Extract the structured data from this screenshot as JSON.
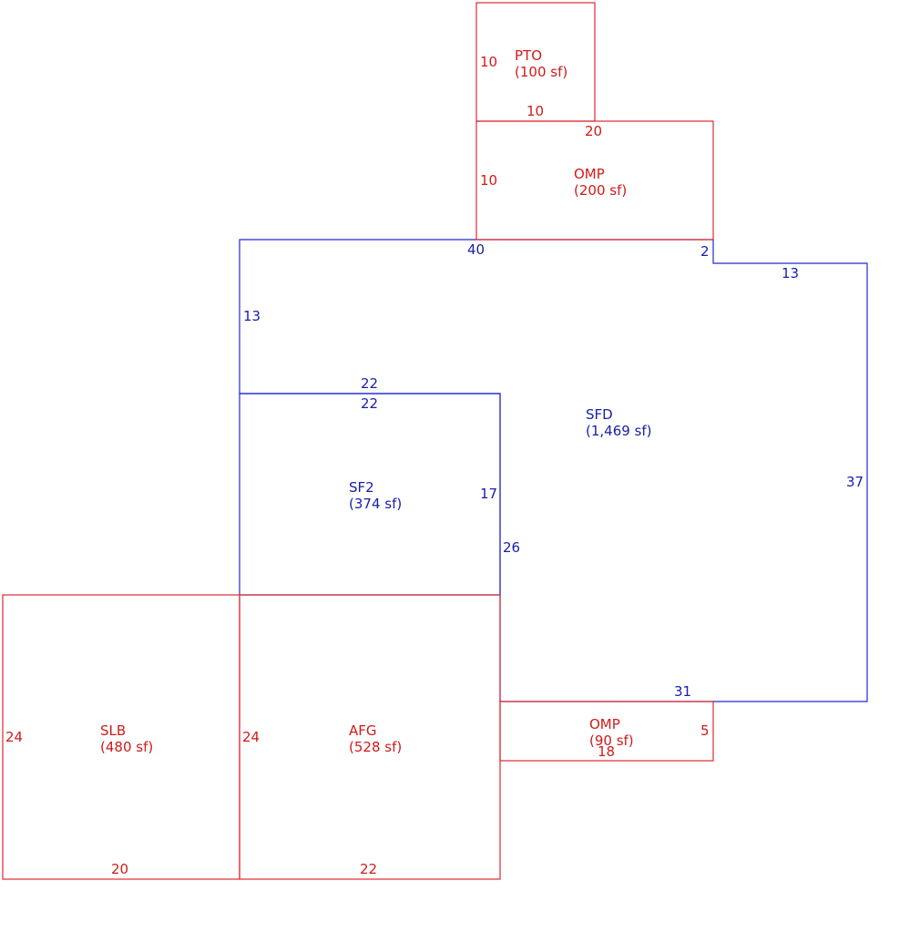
{
  "areas": {
    "pto": {
      "name": "PTO",
      "area": "(100 sf)"
    },
    "omp_top": {
      "name": "OMP",
      "area": "(200 sf)"
    },
    "sfd": {
      "name": "SFD",
      "area": "(1,469 sf)"
    },
    "sf2": {
      "name": "SF2",
      "area": "(374 sf)"
    },
    "slb": {
      "name": "SLB",
      "area": "(480 sf)"
    },
    "afg": {
      "name": "AFG",
      "area": "(528 sf)"
    },
    "omp_bottom": {
      "name": "OMP",
      "area": "(90 sf)"
    }
  },
  "dimensions": {
    "pto_side": "10",
    "pto_bottom": "10",
    "omp_top_top": "20",
    "omp_top_side": "10",
    "sfd_top": "40",
    "sfd_step": "2",
    "sfd_right_top": "13",
    "sfd_left": "13",
    "sfd_right": "37",
    "sfd_inner": "26",
    "sfd_bottom": "31",
    "sf2_top_outer": "22",
    "sf2_top_inner": "22",
    "sf2_right": "17",
    "slb_left": "24",
    "slb_bottom": "20",
    "afg_left": "24",
    "afg_bottom": "22",
    "omp_bottom_side": "5",
    "omp_bottom_bottom": "18"
  },
  "colors": {
    "red": "#e0282e",
    "blue": "#1f2ad1"
  }
}
